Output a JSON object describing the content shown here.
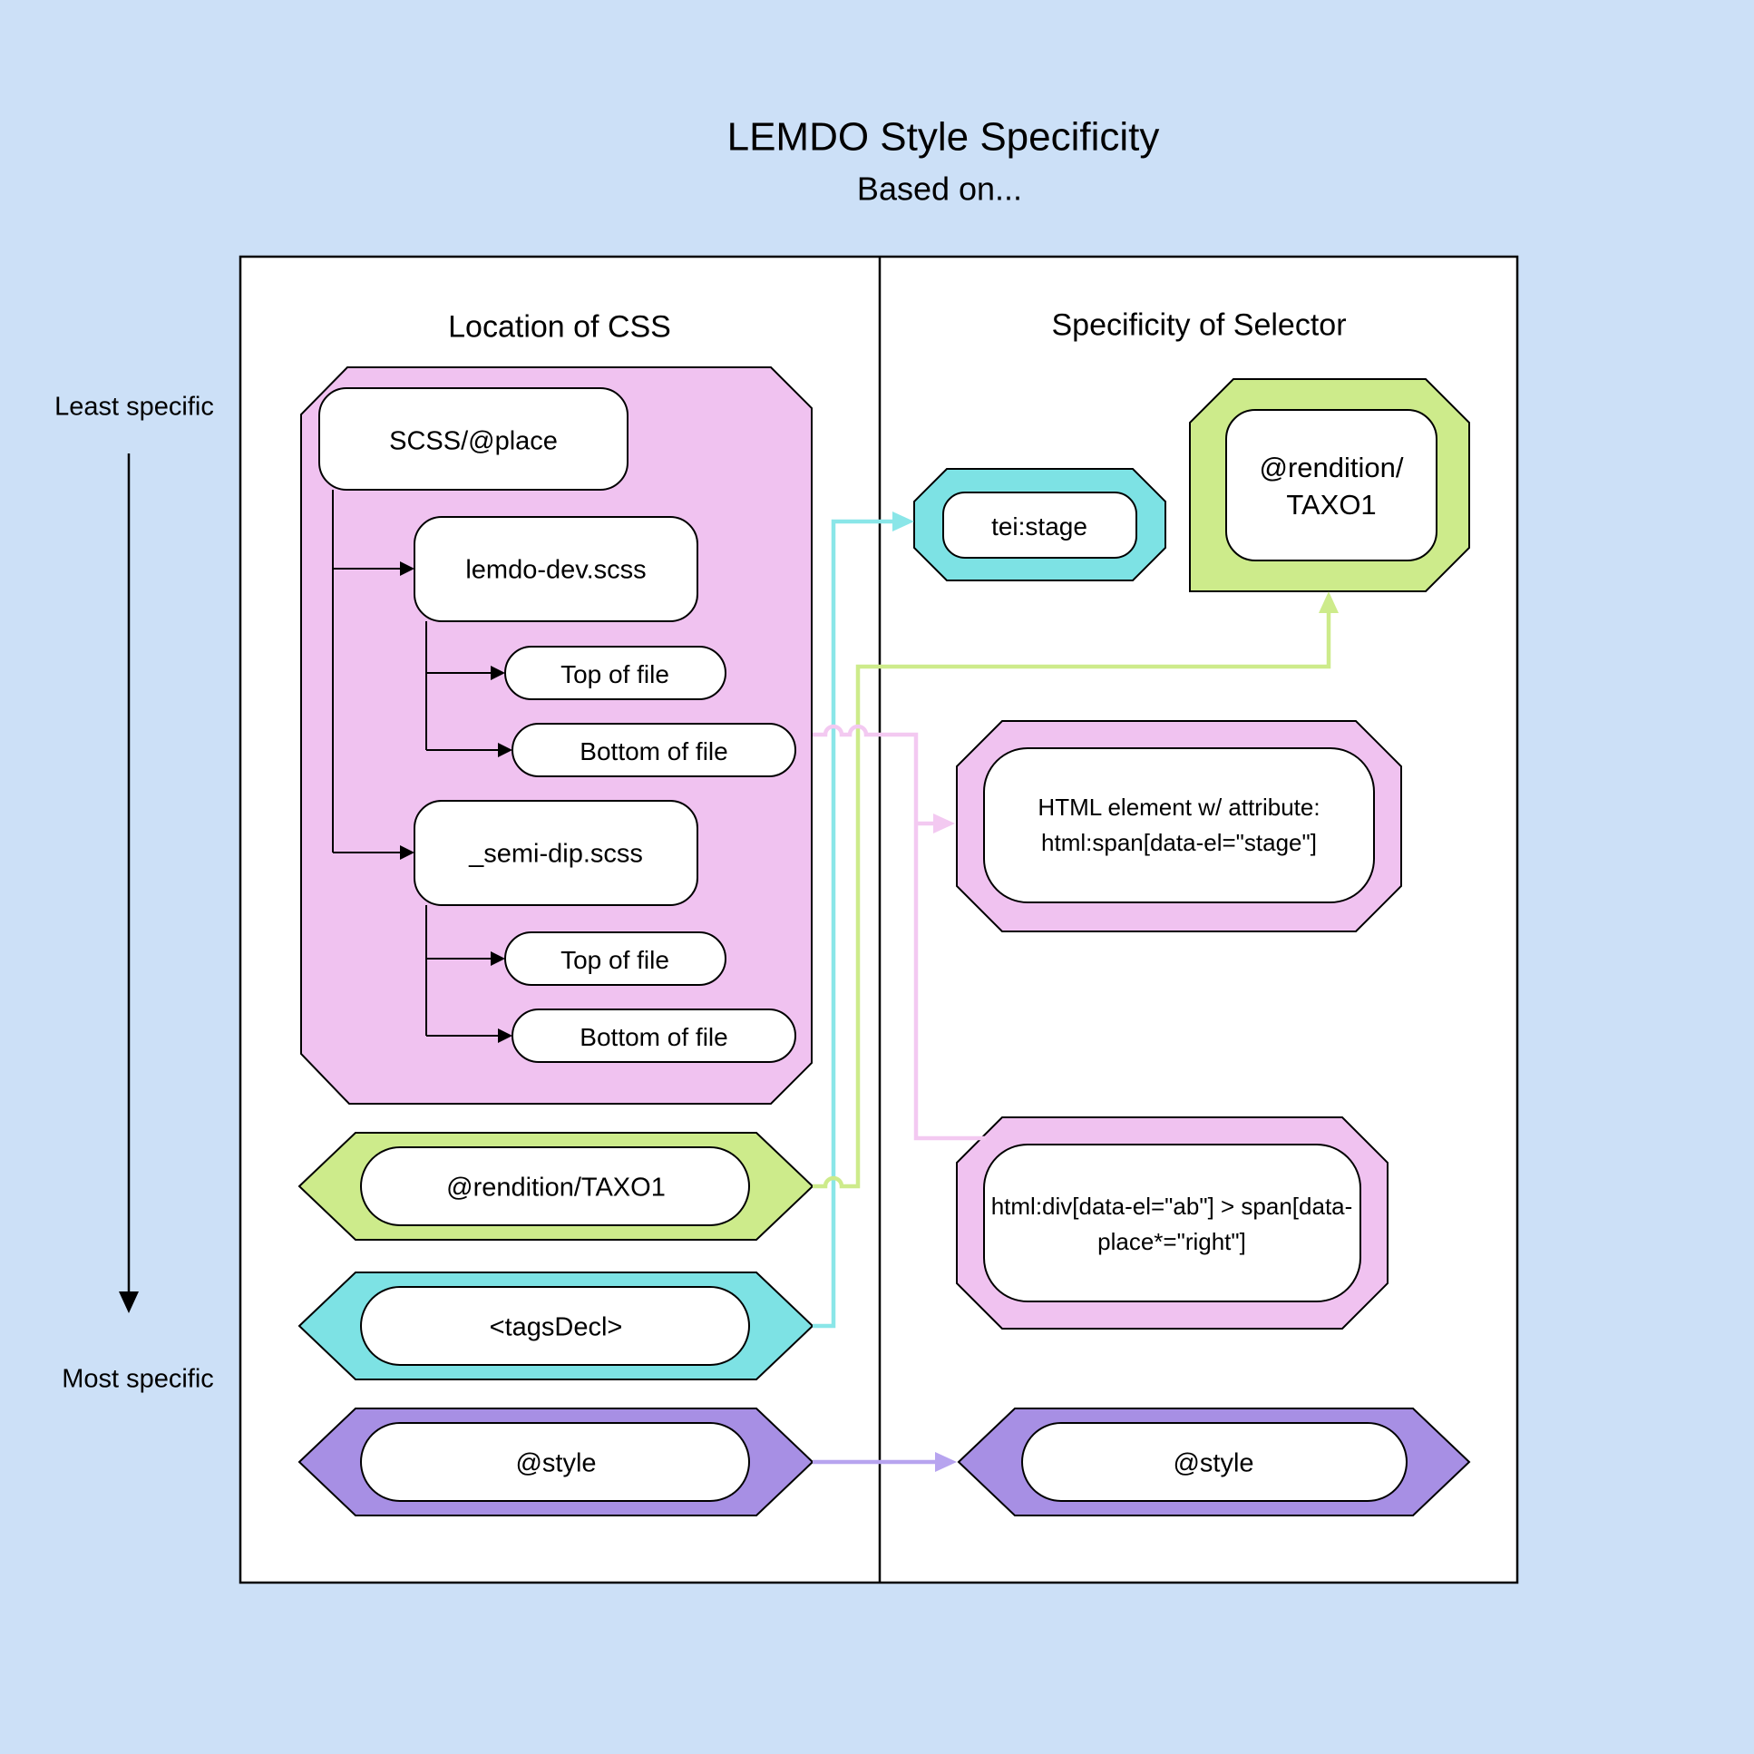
{
  "title": {
    "main": "LEMDO Style Specificity",
    "subtitle": "Based on..."
  },
  "axis_labels": {
    "least_specific": "Least specific",
    "most_specific": "Most specific"
  },
  "panels": {
    "left_header": "Location of CSS",
    "right_header": "Specificity of Selector"
  },
  "location_nodes": {
    "scss_place": "SCSS/@place",
    "lemdo_dev_scss": "lemdo-dev.scss",
    "lemdo_top_of_file": "Top of file",
    "lemdo_bottom_of_file": "Bottom of file",
    "semi_dip_scss": "_semi-dip.scss",
    "semi_dip_top_of_file": "Top of file",
    "semi_dip_bottom_of_file": "Bottom of file",
    "rendition_taxo1": "@rendition/TAXO1",
    "tags_decl": "<tagsDecl>",
    "at_style": "@style"
  },
  "selector_nodes": {
    "tei_stage": "tei:stage",
    "rendition_taxo1_line1": "@rendition/",
    "rendition_taxo1_line2": "TAXO1",
    "html_attr_line1": "HTML element w/ attribute:",
    "html_attr_line2": "html:span[data-el=\"stage\"]",
    "html_child_line1": "html:div[data-el=\"ab\"] > span[data-",
    "html_child_line2": "place*=\"right\"]",
    "at_style": "@style"
  },
  "colors": {
    "background": "#cce0f7",
    "panel_fill": "#ffffff",
    "node_pink": "#f0c2f0",
    "node_green": "#cdeb8b",
    "node_cyan": "#7de2e4",
    "node_purple": "#a78fe4",
    "line_pink": "#f3c9f1",
    "line_green": "#cdeb8b",
    "line_cyan": "#8ae6e8",
    "line_purple": "#b7a4ef",
    "stroke": "#000000"
  }
}
